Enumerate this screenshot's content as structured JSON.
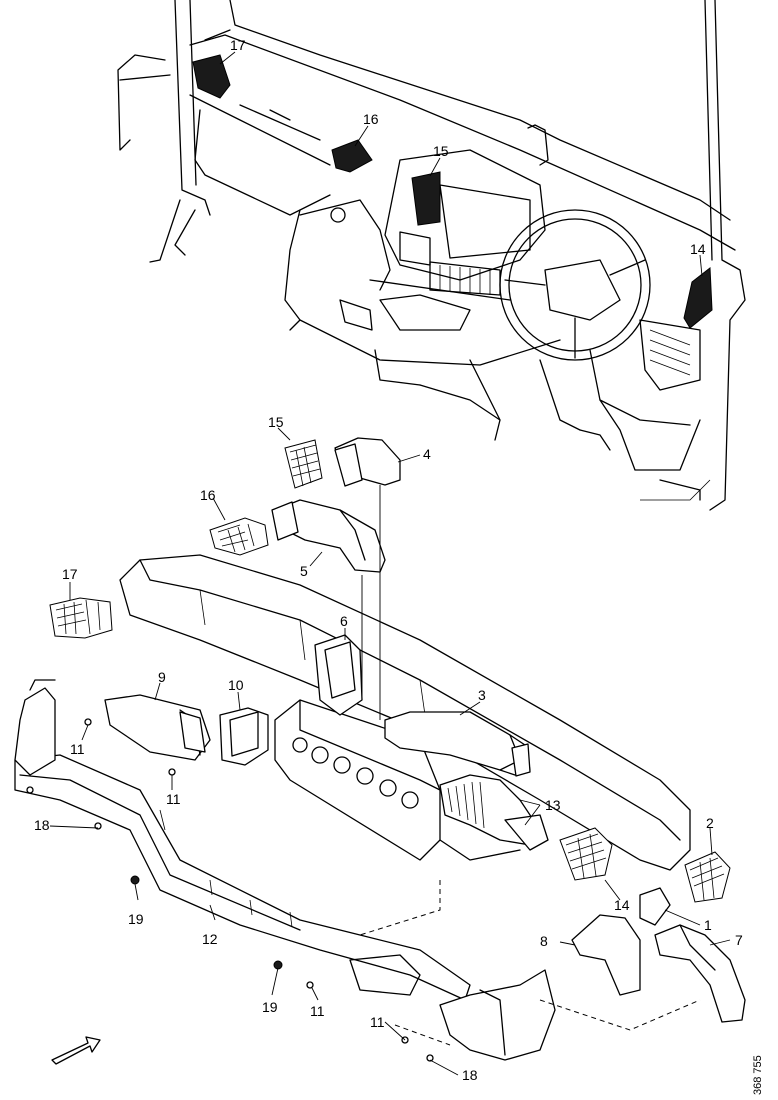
{
  "callouts": {
    "c1": "1",
    "c2": "2",
    "c3": "3",
    "c4": "4",
    "c5": "5",
    "c6": "6",
    "c7": "7",
    "c8": "8",
    "c9": "9",
    "c10": "10",
    "c11": "11",
    "c12": "12",
    "c13": "13",
    "c14": "14",
    "c15": "15",
    "c16": "16",
    "c17": "17",
    "c18": "18",
    "c19": "19"
  },
  "top_view_callouts": {
    "t14": "14",
    "t15": "15",
    "t16": "16",
    "t17": "17"
  },
  "dup_callouts": {
    "c11b": "11",
    "c11c": "11",
    "c11d": "11",
    "c18b": "18",
    "c19b": "19"
  },
  "reference_number": "368 755",
  "icons": {
    "direction_arrow": "arrow-icon"
  }
}
